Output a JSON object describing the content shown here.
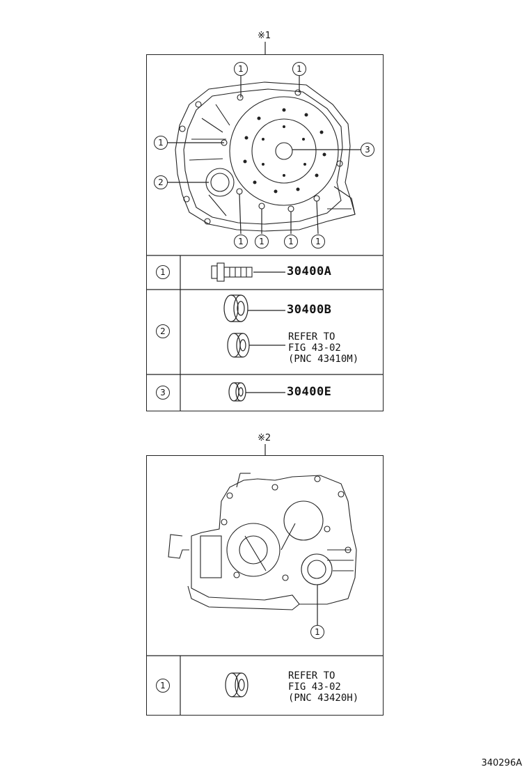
{
  "figure_id": "340296A",
  "sections": [
    {
      "ref_mark": "※1",
      "callouts": [
        "1",
        "1",
        "1",
        "2",
        "3",
        "1",
        "1",
        "1",
        "1"
      ],
      "rows": [
        {
          "index": "1",
          "codes": [
            "30400A"
          ]
        },
        {
          "index": "2",
          "codes": [
            "30400B"
          ],
          "note": "REFER TO\nFIG 43-02\n(PNC 43410M)"
        },
        {
          "index": "3",
          "codes": [
            "30400E"
          ]
        }
      ]
    },
    {
      "ref_mark": "※2",
      "callouts": [
        "1"
      ],
      "rows": [
        {
          "index": "1",
          "note": "REFER TO\nFIG 43-02\n(PNC 43420H)"
        }
      ]
    }
  ]
}
